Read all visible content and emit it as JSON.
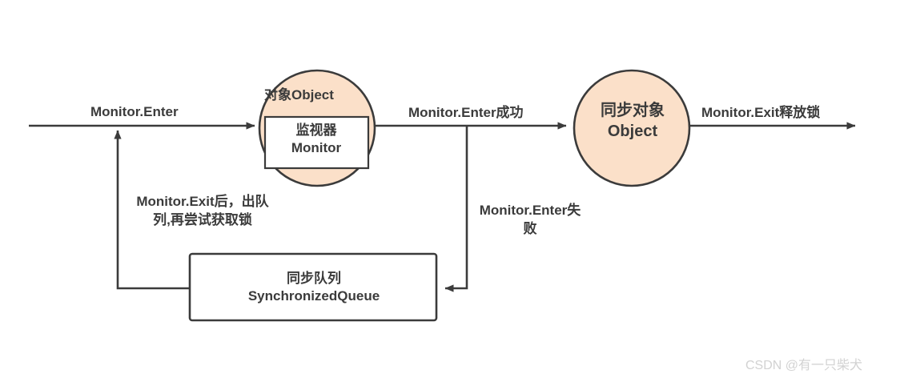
{
  "diagram": {
    "type": "flow-diagram",
    "background_color": "#ffffff",
    "accent_fill": "#fbe0c9",
    "stroke_color": "#3b3b3b",
    "nodes": [
      {
        "id": "object-monitor",
        "shape": "circle",
        "title": "对象Object",
        "inner_box": {
          "line1": "监视器",
          "line2": "Monitor"
        }
      },
      {
        "id": "sync-object",
        "shape": "circle",
        "line1": "同步对象",
        "line2": "Object"
      },
      {
        "id": "sync-queue",
        "shape": "rectangle",
        "line1": "同步队列",
        "line2": "SynchronizedQueue"
      }
    ],
    "edges": [
      {
        "id": "enter",
        "label": "Monitor.Enter"
      },
      {
        "id": "enter-success",
        "label": "Monitor.Enter成功"
      },
      {
        "id": "exit-release",
        "label": "Monitor.Exit释放锁"
      },
      {
        "id": "enter-fail",
        "label_line1": "Monitor.Enter失",
        "label_line2": "败"
      },
      {
        "id": "exit-dequeue",
        "label_line1": "Monitor.Exit后，出队",
        "label_line2": "列,再尝试获取锁"
      }
    ]
  },
  "watermark": {
    "text": "CSDN @有一只柴犬"
  }
}
